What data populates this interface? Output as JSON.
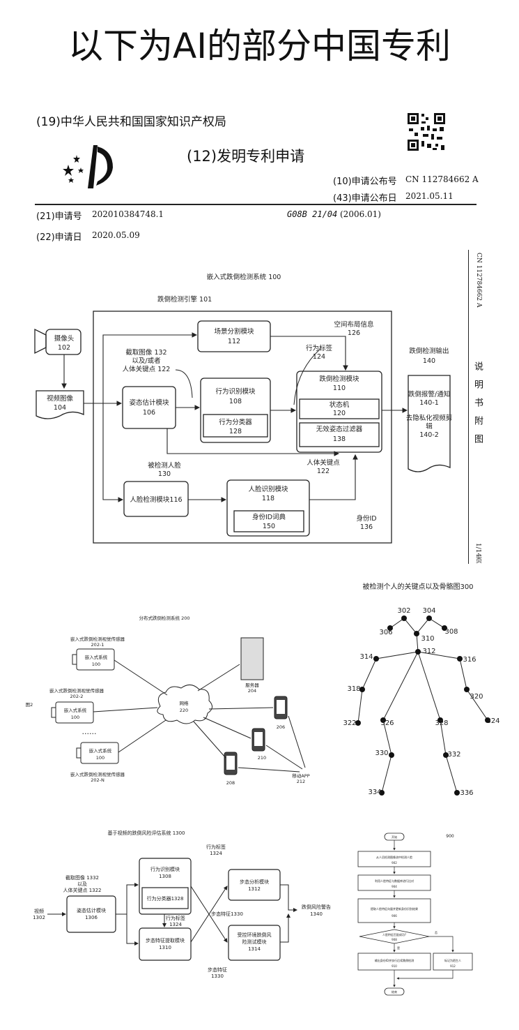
{
  "banner": "以下为AI的部分中国专利",
  "patent": {
    "office": "(19)中华人民共和国国家知识产权局",
    "kind": "(12)发明专利申请",
    "pub_no_label": "(10)申请公布号",
    "pub_no": "CN 112784662 A",
    "pub_date_label": "(43)申请公布日",
    "pub_date": "2021.05.11",
    "app_no_label": "(21)申请号",
    "app_no": "202010384748.1",
    "ipc": "G08B 21/04",
    "ipc_ver": "(2006.01)",
    "app_date_label": "(22)申请日",
    "app_date": "2020.05.09",
    "side_number": "CN 112784662 A",
    "side_title": "说　明　书　附　图",
    "side_page": "1/14页"
  },
  "fig1": {
    "title": "嵌入式跌倒检测系统 100",
    "engine": "跌倒检测引擎 101",
    "camera": "摄像头",
    "camera_no": "102",
    "video": "视频图像",
    "video_no": "104",
    "capture": "截取图像 132",
    "capture2": "以及/或者",
    "capture3": "人体关键点 122",
    "pose": "姿态估计模块",
    "pose_no": "106",
    "scene": "场景分割模块",
    "scene_no": "112",
    "layout": "空间布局信息",
    "layout_no": "126",
    "behavior_tag": "行为标签",
    "behavior_tag_no": "124",
    "behavior": "行为识别模块",
    "behavior_no": "108",
    "classifier": "行为分类器",
    "classifier_no": "128",
    "fall": "跌倒检测模块",
    "fall_no": "110",
    "state": "状态机",
    "state_no": "120",
    "filter": "无效姿态过滤器",
    "filter_no": "138",
    "output": "跌倒检测输出",
    "output_no": "140",
    "alarm": "跌倒报警/通知",
    "alarm_no": "140-1",
    "privacy": "去隐私化视频剪",
    "privacy2": "辑",
    "privacy_no": "140-2",
    "body_kp": "人体关键点",
    "body_kp_no": "122",
    "face_detected": "被检测人脸",
    "face_detected_no": "130",
    "face_detect": "人脸检测模块116",
    "face_rec": "人脸识别模块",
    "face_rec_no": "118",
    "id_dict": "身份ID词典",
    "id_dict_no": "150",
    "identity": "身份ID",
    "identity_no": "136"
  },
  "fig2": {
    "title": "分布式跌倒检测系统 200",
    "sensor1": "嵌入式跌倒检测视觉传感器",
    "sensor1_no": "202-1",
    "sensor2": "嵌入式跌倒检测视觉传感器",
    "sensor2_no": "202-2",
    "sensorN": "嵌入式跌倒检测视觉传感器",
    "sensorN_no": "202-N",
    "embedded": "嵌入式系统",
    "embedded_no": "100",
    "dots": "......",
    "network": "网络",
    "network_no": "220",
    "server": "服务器",
    "server_no": "204",
    "app": "移动APP",
    "app_no": "212",
    "phone1": "206",
    "phone2": "210",
    "phone3": "208",
    "fig_label": "图2"
  },
  "fig3": {
    "title": "被检测个人的关键点以及骨骼图300",
    "points": [
      "302",
      "304",
      "306",
      "308",
      "310",
      "312",
      "314",
      "316",
      "318",
      "320",
      "322",
      "324",
      "326",
      "328",
      "330",
      "332",
      "334",
      "336"
    ]
  },
  "fig4": {
    "title": "基于视频的跌倒风险评估系统 1300",
    "video": "视频",
    "video_no": "1302",
    "capture": "截取图像 1332",
    "capture2": "以及",
    "capture3": "人体关键点 1322",
    "pose": "姿态估计模块",
    "pose_no": "1306",
    "behavior": "行为识别模块",
    "behavior_no": "1308",
    "classifier": "行为分类器1328",
    "tag_top": "行为标签",
    "tag_top_no": "1324",
    "tag_bottom": "行为标签",
    "tag_bottom_no": "1324",
    "gait": "步态分析模块",
    "gait_no": "1312",
    "gait_feat": "步态特征1330",
    "extract": "步态特征提取模块",
    "extract_no": "1310",
    "test": "受控环境跌倒风",
    "test2": "险测试模块",
    "test_no": "1314",
    "risk": "跌倒风险警告",
    "risk_no": "1340",
    "gait_feat2": "步态特征",
    "gait_feat2_no": "1330"
  },
  "fig5": {
    "label": "900",
    "start": "开始",
    "s1": "从人员检测图像流中检测人脸",
    "s1_no": "902",
    "s2": "利用人脸特征与数据库进行比对",
    "s2_no": "904",
    "s3": "提取人脸特征向量并更新身份识别结果",
    "s3_no": "906",
    "decision": "人脸特征匹配成功?",
    "decision_no": "908",
    "yes": "是",
    "no": "否",
    "s4": "输出身份ID并执行后续跌倒检测",
    "s4_no": "910",
    "s5": "标记为陌生人",
    "s5_no": "912",
    "end": "结束"
  }
}
